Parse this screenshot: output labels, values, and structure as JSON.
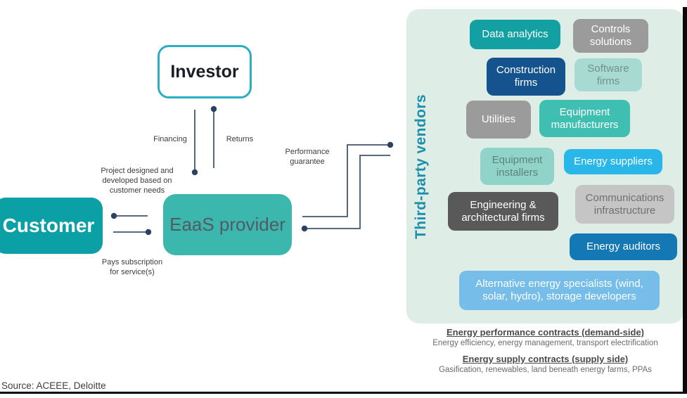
{
  "nodes": {
    "investor": "Investor",
    "customer": "Customer",
    "provider": "EaaS provider"
  },
  "flows": {
    "financing": "Financing",
    "returns": "Returns",
    "performance_guarantee": "Performance guarantee",
    "project_design": "Project designed and developed based on customer needs",
    "pays_subscription": "Pays subscription for service(s)"
  },
  "panel": {
    "title": "Third-party vendors",
    "title_color": "#1D8FAC",
    "background": "#DEEEE7",
    "vendors": [
      {
        "label": "Data analytics",
        "bg": "#12A0A3",
        "fg": "#FFFFFF"
      },
      {
        "label": "Controls solutions",
        "bg": "#9B9B9B",
        "fg": "#FFFFFF"
      },
      {
        "label": "Construction firms",
        "bg": "#15538E",
        "fg": "#FFFFFF"
      },
      {
        "label": "Software firms",
        "bg": "#A6DAD2",
        "fg": "#74918C"
      },
      {
        "label": "Utilities",
        "bg": "#9B9B9B",
        "fg": "#FFFFFF"
      },
      {
        "label": "Equipment manufacturers",
        "bg": "#3FBFB2",
        "fg": "#FFFFFF"
      },
      {
        "label": "Equipment installers",
        "bg": "#90D3C9",
        "fg": "#5E827D"
      },
      {
        "label": "Energy suppliers",
        "bg": "#29B7EA",
        "fg": "#FFFFFF"
      },
      {
        "label": "Engineering & architectural firms",
        "bg": "#595959",
        "fg": "#FFFFFF"
      },
      {
        "label": "Communications infrastructure",
        "bg": "#C5C5C5",
        "fg": "#707070"
      },
      {
        "label": "Energy auditors",
        "bg": "#1478B4",
        "fg": "#FFFFFF"
      },
      {
        "label": "Alternative energy specialists (wind, solar, hydro), storage developers",
        "bg": "#76BDE9",
        "fg": "#FFFFFF"
      }
    ]
  },
  "footnotes": {
    "demand_title": "Energy performance contracts (demand-side)",
    "demand_detail": "Energy efficiency, energy management, transport electrification",
    "supply_title": "Energy supply contracts (supply side)",
    "supply_detail": "Gasification, renewables, land beneath energy farms, PPAs"
  },
  "source": "Source: ACEEE, Deloitte",
  "colors": {
    "customer_bg": "#0BA0A5",
    "provider_bg": "#3BB7AE",
    "investor_border": "#2BAEC2",
    "connector_line": "#44546A",
    "connector_dot": "#2B4361"
  }
}
